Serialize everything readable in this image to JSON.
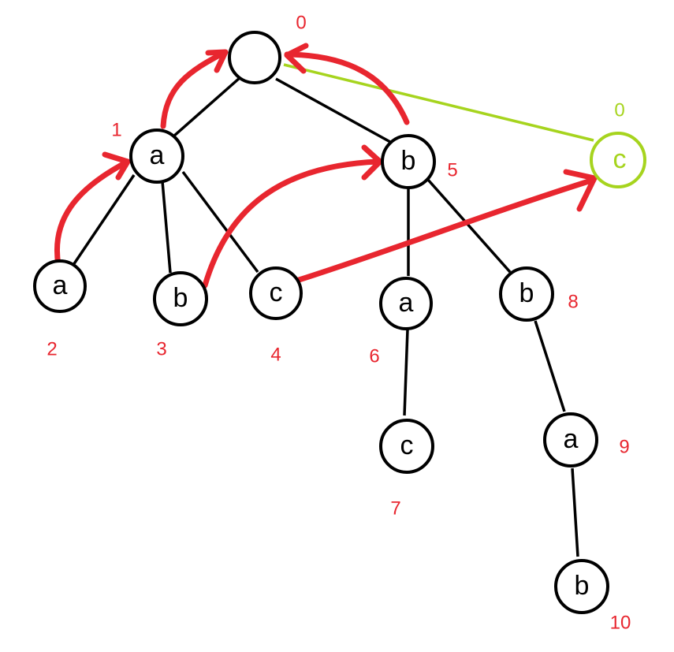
{
  "trie": {
    "nodes": [
      {
        "id": "0",
        "letter": ""
      },
      {
        "id": "1",
        "letter": "a"
      },
      {
        "id": "2",
        "letter": "a"
      },
      {
        "id": "3",
        "letter": "b"
      },
      {
        "id": "4",
        "letter": "c"
      },
      {
        "id": "5",
        "letter": "b"
      },
      {
        "id": "6",
        "letter": "a"
      },
      {
        "id": "7",
        "letter": "c"
      },
      {
        "id": "8",
        "letter": "b"
      },
      {
        "id": "9",
        "letter": "a"
      },
      {
        "id": "10",
        "letter": "b"
      }
    ],
    "extra_node": {
      "id": "0",
      "letter": "c"
    },
    "colors": {
      "black": "#000000",
      "red": "#e8262f",
      "green": "#a6d41e"
    }
  }
}
